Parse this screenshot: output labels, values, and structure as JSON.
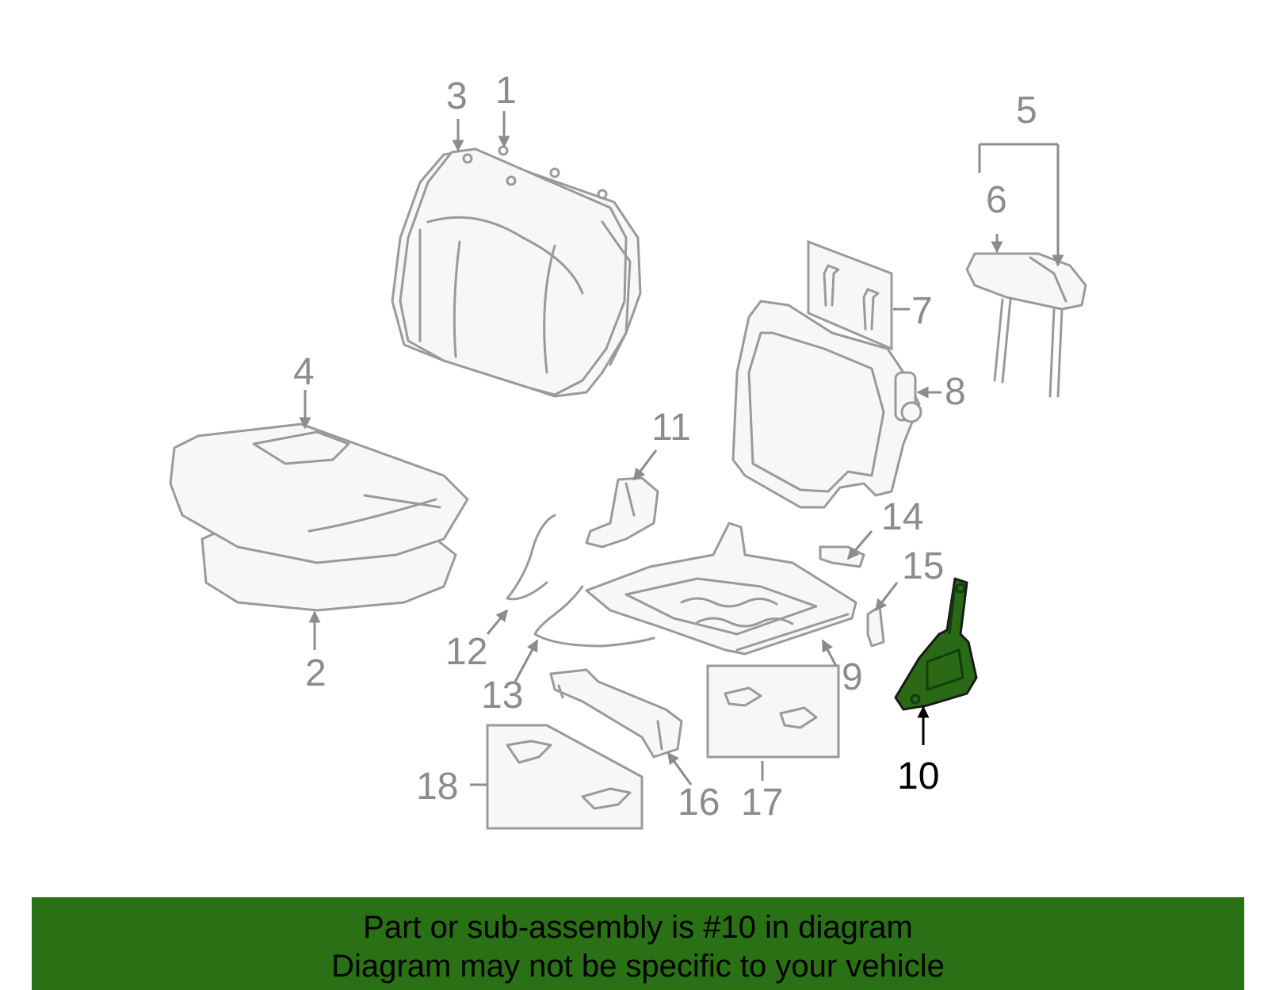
{
  "diagram": {
    "callouts": [
      "1",
      "2",
      "3",
      "4",
      "5",
      "6",
      "7",
      "8",
      "9",
      "10",
      "11",
      "12",
      "13",
      "14",
      "15",
      "16",
      "17",
      "18"
    ],
    "highlighted_callout": "10",
    "colors": {
      "line_art": "#9a9a9a",
      "label": "#8c8c8c",
      "highlight_fill": "#2a6a17",
      "active_label": "#000000",
      "banner": "#2a7015"
    }
  },
  "footer": {
    "line1": "Part or sub-assembly is #10 in diagram",
    "line2": "Diagram may not be specific to your vehicle"
  }
}
